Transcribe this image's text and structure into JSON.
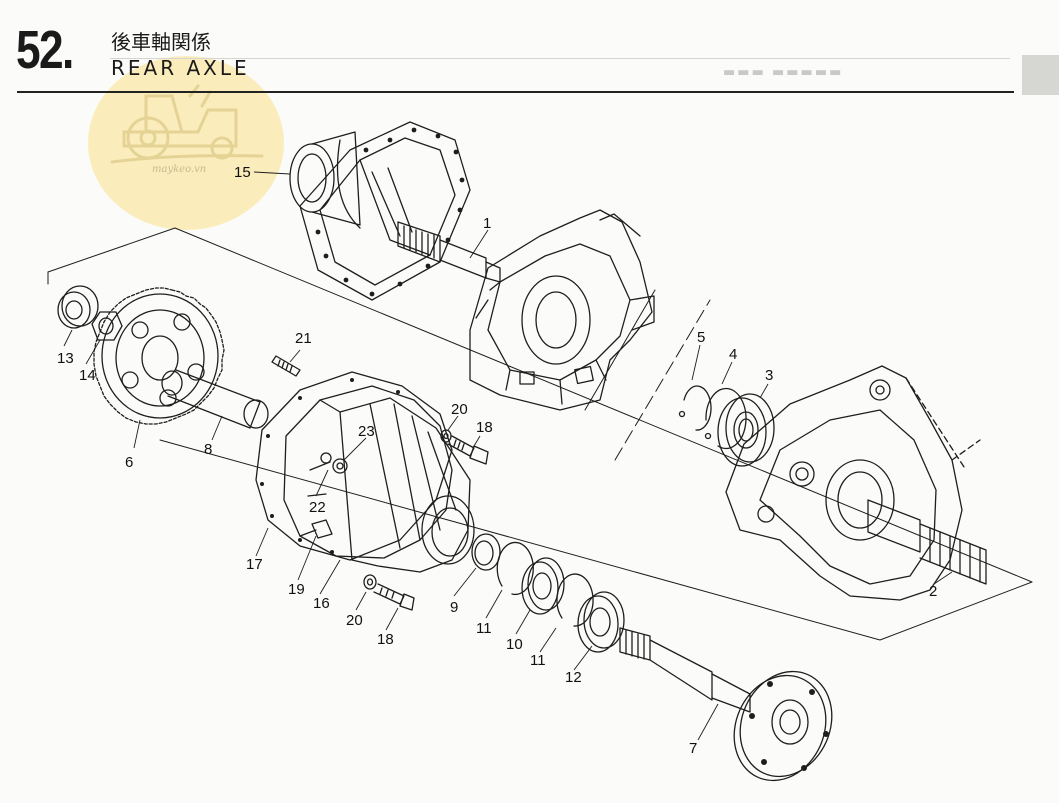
{
  "header": {
    "section_number": "52.",
    "title_jp": "後車軸関係",
    "title_en": "REAR AXLE"
  },
  "watermark": {
    "text": "maykeo.vn"
  },
  "callouts": {
    "c1": "1",
    "c2": "2",
    "c3": "3",
    "c4": "4",
    "c5": "5",
    "c6": "6",
    "c7": "7",
    "c8": "8",
    "c9": "9",
    "c10": "10",
    "c11a": "11",
    "c11b": "11",
    "c12": "12",
    "c13": "13",
    "c14": "14",
    "c15": "15",
    "c16": "16",
    "c17": "17",
    "c18a": "18",
    "c18b": "18",
    "c19": "19",
    "c20a": "20",
    "c20b": "20",
    "c21": "21",
    "c22": "22",
    "c23": "23"
  }
}
